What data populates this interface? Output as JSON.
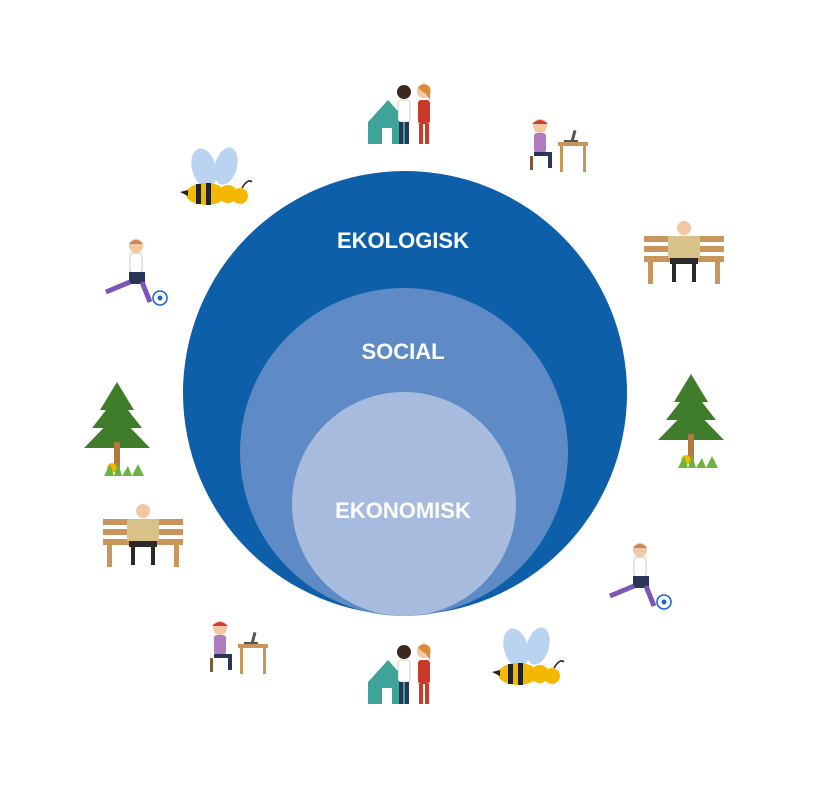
{
  "diagram": {
    "rings": [
      {
        "label": "EKOLOGISK",
        "color": "#0e5fa9"
      },
      {
        "label": "SOCIAL",
        "color": "#5e8bc5"
      },
      {
        "label": "EKONOMISK",
        "color": "#a7bbdf"
      }
    ]
  },
  "illustrations": [
    {
      "name": "couple-house-icon"
    },
    {
      "name": "person-laptop-icon"
    },
    {
      "name": "person-bench-reading-icon"
    },
    {
      "name": "spruce-tree-icon"
    },
    {
      "name": "soccer-player-icon"
    },
    {
      "name": "bumblebee-icon"
    },
    {
      "name": "couple-house-icon"
    },
    {
      "name": "person-laptop-icon"
    },
    {
      "name": "person-bench-reading-icon"
    },
    {
      "name": "spruce-tree-icon"
    },
    {
      "name": "soccer-player-icon"
    },
    {
      "name": "bumblebee-icon"
    }
  ],
  "colors": {
    "skin": "#f2c7a2",
    "wood": "#c8955a",
    "tree": "#3f7d2a",
    "grass": "#6cb33f",
    "house": "#3fa39a",
    "bee_yellow": "#f5b800",
    "wing": "#b9d3f0"
  }
}
